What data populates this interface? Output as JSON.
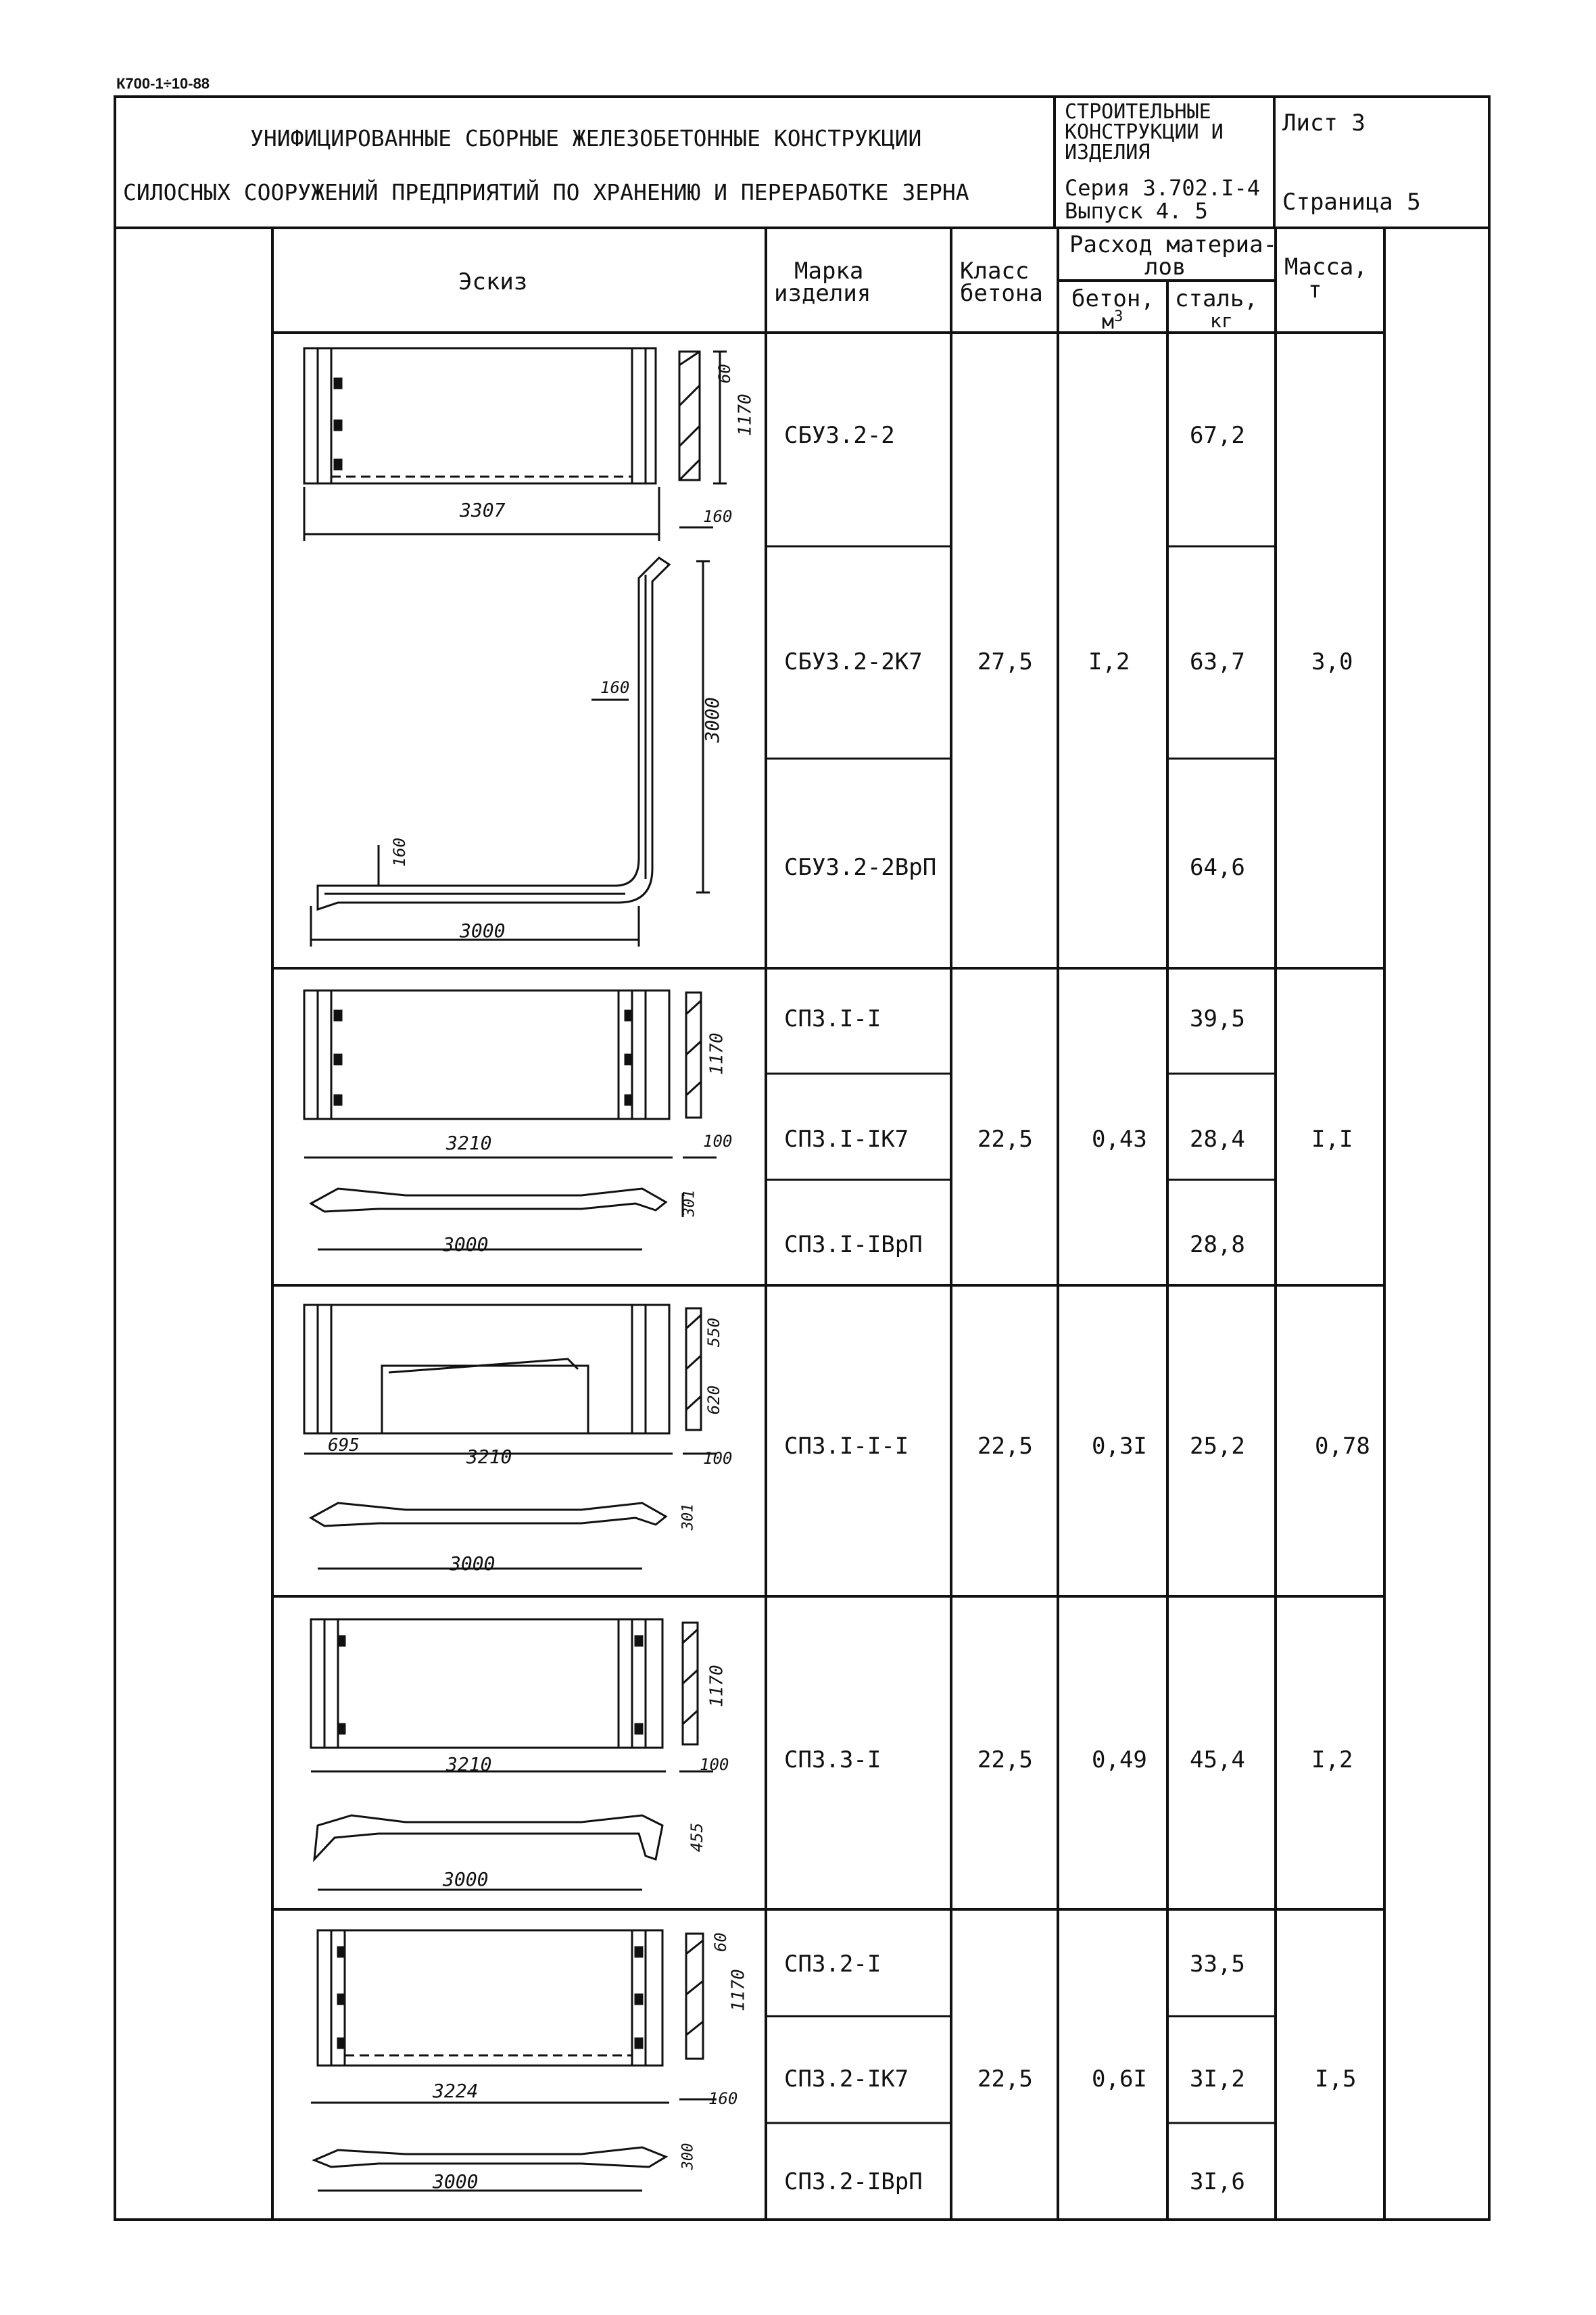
{
  "doc_code": "К700-1÷10-88",
  "header": {
    "title_line1": "УНИФИЦИРОВАННЫЕ СБОРНЫЕ ЖЕЛЕЗОБЕТОННЫЕ КОНСТРУКЦИИ",
    "title_line2": "СИЛОСНЫХ СООРУЖЕНИЙ ПРЕДПРИЯТИЙ ПО ХРАНЕНИЮ И ПЕРЕРАБОТКЕ ЗЕРНА",
    "category_l1": "СТРОИТЕЛЬНЫЕ",
    "category_l2": "КОНСТРУКЦИИ И",
    "category_l3": "ИЗДЕЛИЯ",
    "series": "Серия 3.702.I-4",
    "issue": "Выпуск 4. 5",
    "sheet": "Лист 3",
    "page": "Страница 5"
  },
  "columns": {
    "sketch": "Эскиз",
    "mark_l1": "Марка",
    "mark_l2": "изделия",
    "class_l1": "Класс",
    "class_l2": "бетона",
    "consumption_l1": "Расход материа-",
    "consumption_l2": "лов",
    "concrete_l1": "бетон,",
    "concrete_l2": "м",
    "concrete_sup": "3",
    "steel_l1": "сталь,",
    "steel_l2": "кг",
    "mass_l1": "Масса,",
    "mass_l2": "т"
  },
  "groups": [
    {
      "class": "27,5",
      "concrete": "I,2",
      "mass": "3,0",
      "items": [
        {
          "mark": "СБУЗ.2-2",
          "steel": "67,2"
        },
        {
          "mark": "СБУЗ.2-2К7",
          "steel": "63,7"
        },
        {
          "mark": "СБУЗ.2-2ВрП",
          "steel": "64,6"
        }
      ],
      "dims": {
        "a": "3307",
        "b": "60",
        "c": "1170",
        "d": "160",
        "e": "160",
        "f": "3000",
        "g": "160",
        "h": "3000"
      }
    },
    {
      "class": "22,5",
      "concrete": "0,43",
      "mass": "I,I",
      "items": [
        {
          "mark": "СПЗ.I-I",
          "steel": "39,5"
        },
        {
          "mark": "СПЗ.I-IК7",
          "steel": "28,4"
        },
        {
          "mark": "СПЗ.I-IВрП",
          "steel": "28,8"
        }
      ],
      "dims": {
        "a": "3210",
        "b": "1170",
        "c": "100",
        "d": "301",
        "e": "3000"
      }
    },
    {
      "class": "22,5",
      "concrete": "0,3I",
      "mass": "0,78",
      "items": [
        {
          "mark": "СПЗ.I-I-I",
          "steel": "25,2"
        }
      ],
      "dims": {
        "a": "695",
        "b": "3210",
        "c": "550",
        "d": "620",
        "e": "100",
        "f": "301",
        "g": "3000"
      }
    },
    {
      "class": "22,5",
      "concrete": "0,49",
      "mass": "I,2",
      "items": [
        {
          "mark": "СПЗ.3-I",
          "steel": "45,4"
        }
      ],
      "dims": {
        "a": "3210",
        "b": "1170",
        "c": "100",
        "d": "455",
        "e": "3000"
      }
    },
    {
      "class": "22,5",
      "concrete": "0,6I",
      "mass": "I,5",
      "items": [
        {
          "mark": "СПЗ.2-I",
          "steel": "33,5"
        },
        {
          "mark": "СПЗ.2-IК7",
          "steel": "3I,2"
        },
        {
          "mark": "СПЗ.2-IВрП",
          "steel": "3I,6"
        }
      ],
      "dims": {
        "a": "3224",
        "b": "60",
        "c": "1170",
        "d": "160",
        "e": "300",
        "f": "3000"
      }
    }
  ]
}
